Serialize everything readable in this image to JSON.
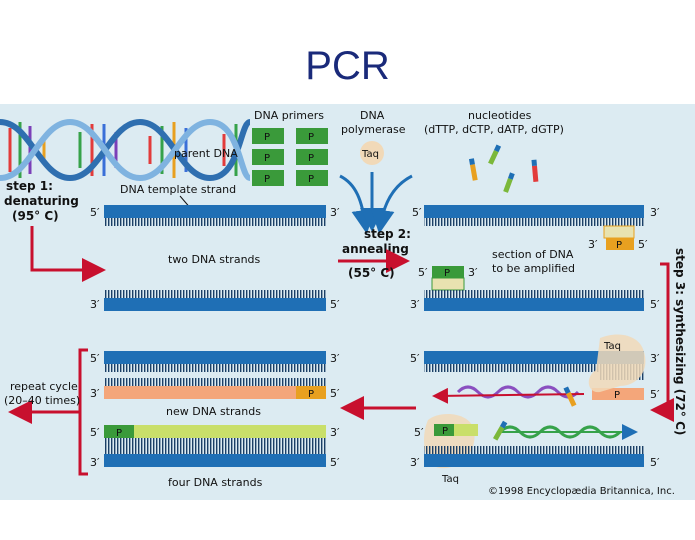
{
  "slide_title": "PCR",
  "labels": {
    "dna_primers": "DNA primers",
    "dna_polymerase": [
      "DNA",
      "polymerase"
    ],
    "nucleotides": [
      "nucleotides",
      "(dTTP, dCTP, dATP, dGTP)"
    ],
    "parent_dna": "parent DNA",
    "taq": "Taq",
    "primer": "P",
    "step1": [
      "step 1:",
      "denaturing",
      "(95° C)"
    ],
    "dna_template_strand": "DNA template strand",
    "step2": [
      "step 2:",
      "annealing"
    ],
    "step2_temp": "(55° C)",
    "two_dna_strands": "two DNA strands",
    "section_amplified": [
      "section of DNA",
      "to be amplified"
    ],
    "step3": "step 3: synthesizing (72° C)",
    "repeat_cycle": [
      "repeat cycle",
      "(20–40 times)"
    ],
    "new_dna_strands": "new DNA strands",
    "four_dna_strands": "four DNA strands",
    "copyright": "©1998 Encyclopædia Britannica, Inc.",
    "five_prime": "5′",
    "three_prime": "3′"
  },
  "colors": {
    "title": "#1a2a7a",
    "background": "#dcebf2",
    "strand": "#1f6fb5",
    "primer": "#3a9a3a",
    "new_strand_orange": "#f4a67a",
    "new_strand_green": "#c9df6a",
    "arrow_red": "#c8102e",
    "arrow_blue": "#1f6fb5",
    "taq_blob": "#f1d9b8"
  }
}
